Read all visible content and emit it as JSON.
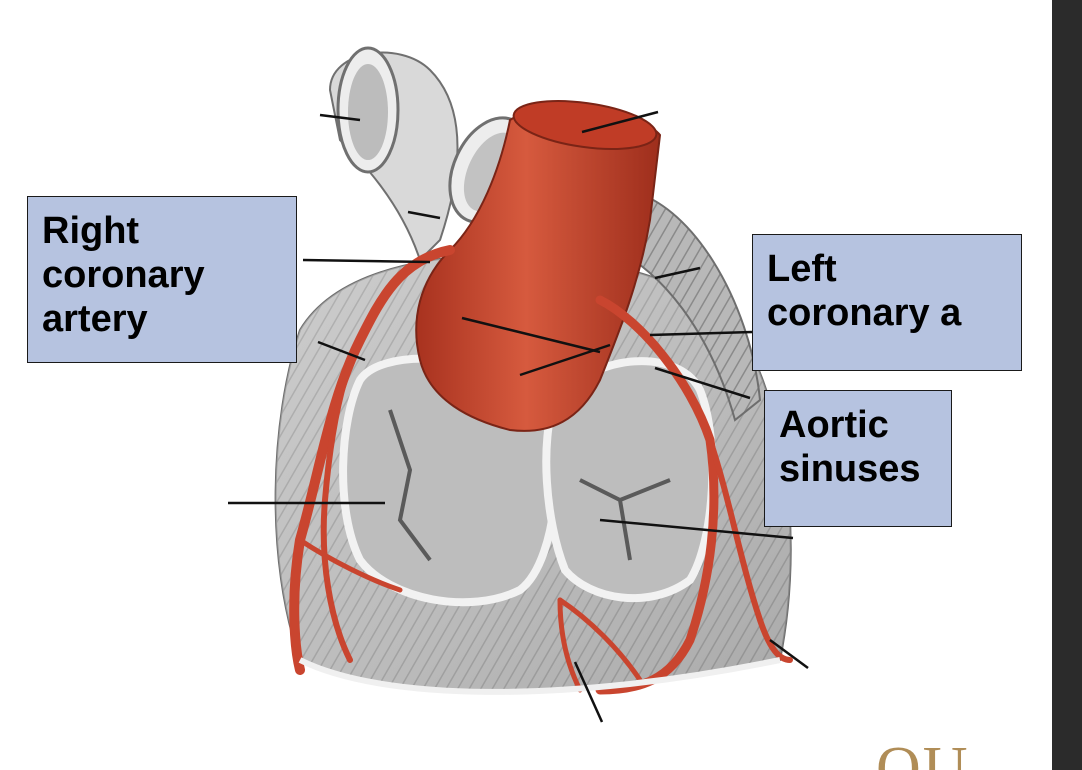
{
  "labels": {
    "right_coronary_artery": "Right\ncoronary\nartery",
    "left_coronary_artery": "Left\ncoronary a",
    "aortic_sinuses": "Aortic\nsinuses"
  },
  "logo_text": "OU",
  "colors": {
    "label_fill": "#b6c3e0",
    "artery_red": "#c9452f",
    "tissue_gray": "#c8c8c8",
    "sidebar": "#2b2b2b"
  }
}
